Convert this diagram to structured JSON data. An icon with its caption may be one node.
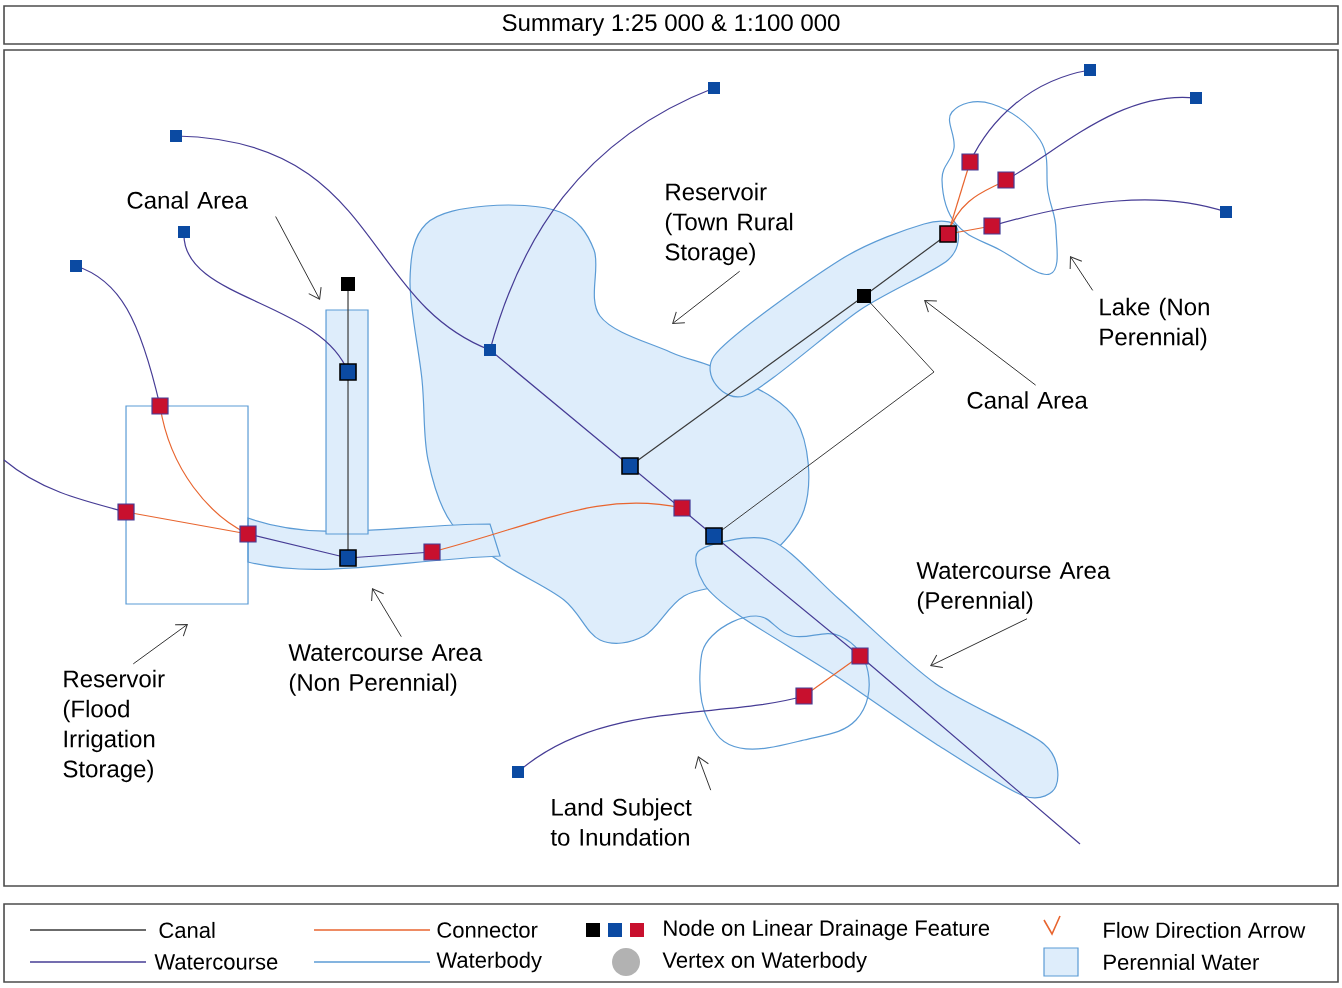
{
  "diagram": {
    "title": "Summary 1:25 000 & 1:100 000",
    "nodes": [
      {
        "text": [
          "Canal Area"
        ]
      },
      {
        "text": [
          "Reservoir (Town Rural Storage)"
        ]
      },
      {
        "text": [
          "Lake (Non Perennial)"
        ]
      },
      {
        "text": [
          "Canal Area"
        ]
      },
      {
        "text": [
          "Reservoir (Flood Irrigation Storage)"
        ]
      },
      {
        "text": [
          "Watercourse Area (Non Perennial)"
        ]
      },
      {
        "text": [
          "Watercourse Area (Perennial)"
        ]
      },
      {
        "text": [
          "Land Subject to Inundation"
        ]
      }
    ],
    "edges": [
      {
        "from": 0,
        "to": null,
        "arrow": "to"
      },
      {
        "from": 1,
        "to": null,
        "arrow": "to"
      },
      {
        "from": 2,
        "to": null,
        "arrow": "to"
      },
      {
        "from": 3,
        "to": null,
        "arrow": "to"
      },
      {
        "from": 4,
        "to": null,
        "arrow": "to"
      },
      {
        "from": 5,
        "to": null,
        "arrow": "to"
      },
      {
        "from": 6,
        "to": null,
        "arrow": "to"
      },
      {
        "from": 7,
        "to": null,
        "arrow": "to"
      }
    ],
    "legend": [
      {
        "text": "Canal"
      },
      {
        "text": "Connector"
      },
      {
        "text": "Node on Linear Drainage Feature"
      },
      {
        "text": "Flow Direction Arrow"
      },
      {
        "text": "Watercourse"
      },
      {
        "text": "Waterbody"
      },
      {
        "text": "Vertex on Waterbody"
      },
      {
        "text": "Perennial Water",
        "color": "#deedfb"
      }
    ]
  }
}
